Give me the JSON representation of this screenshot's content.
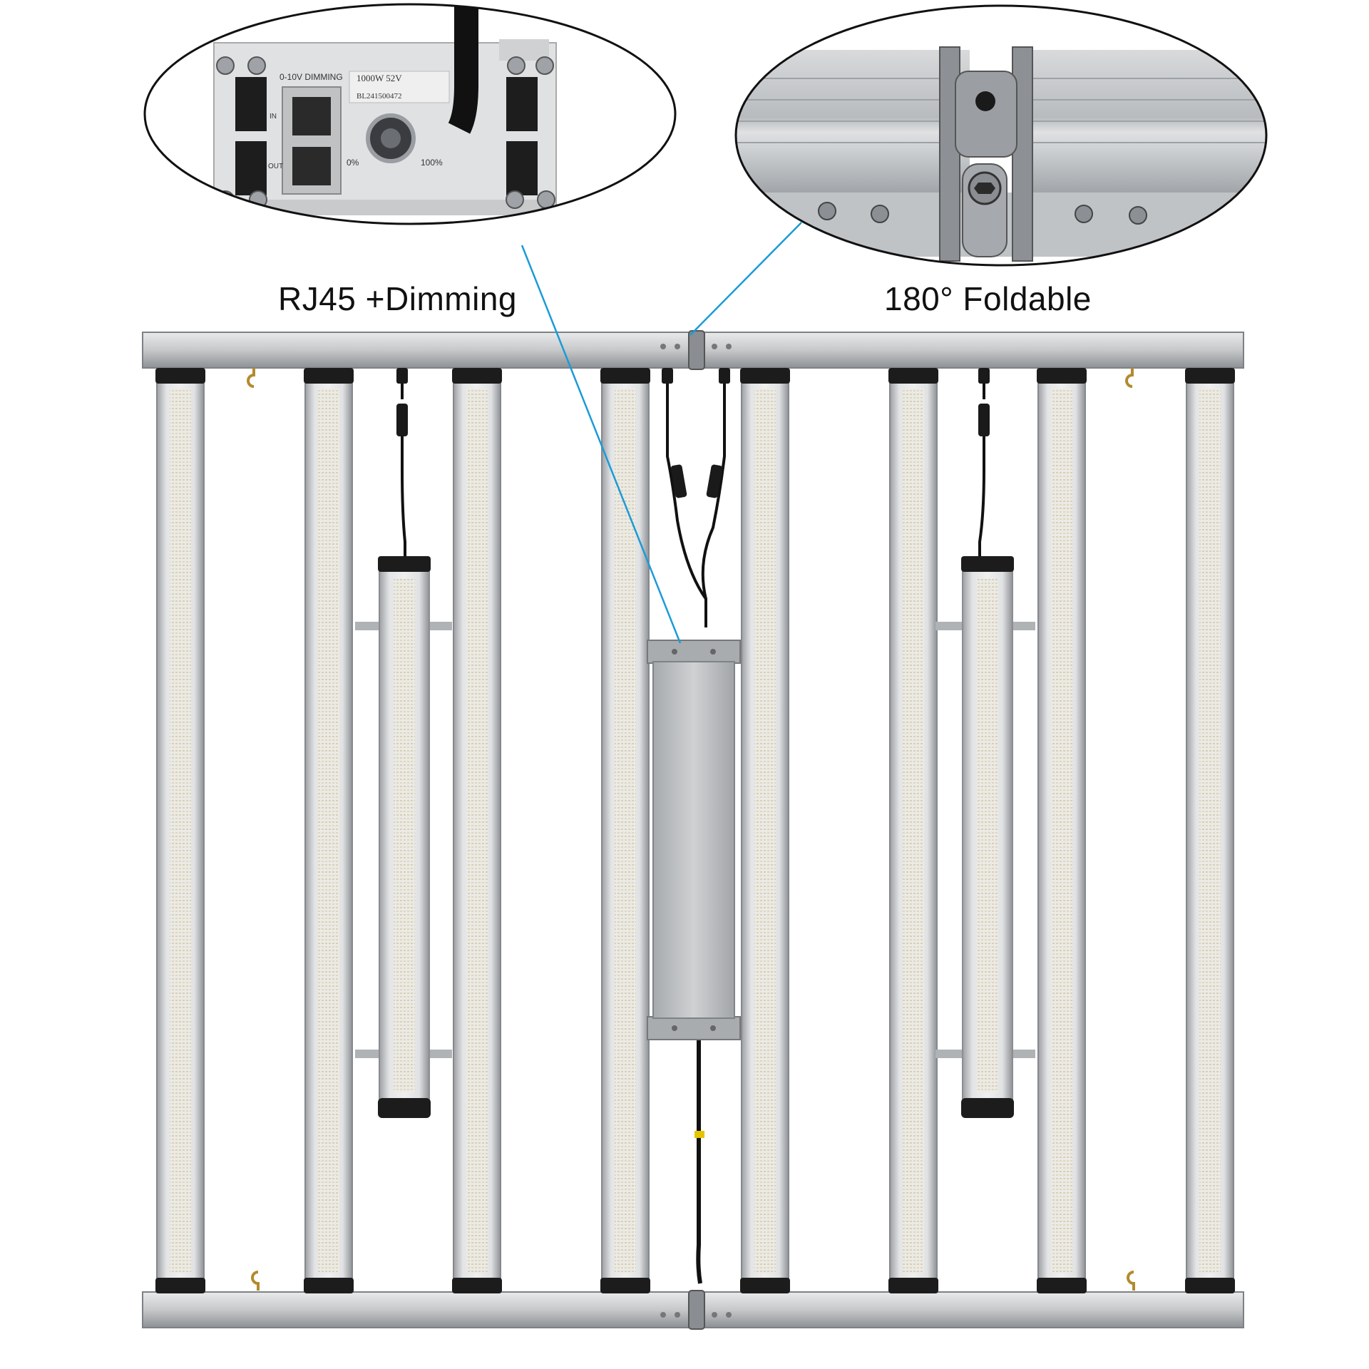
{
  "captions": {
    "left": "RJ45 +Dimming",
    "right": "180° Foldable"
  },
  "driver_label": {
    "dimming": "0-10V DIMMING",
    "power": "1000W 52V",
    "serial": "BL241500472",
    "port_in": "IN",
    "port_out": "OUT",
    "knob_min": "0%",
    "knob_max": "100%"
  },
  "colors": {
    "callout_line": "#1a9bd7",
    "bar_aluminum": "#c9cacb",
    "end_cap": "#1c1c1c",
    "driver_case": "#b9bbbd",
    "cable": "#111111"
  }
}
